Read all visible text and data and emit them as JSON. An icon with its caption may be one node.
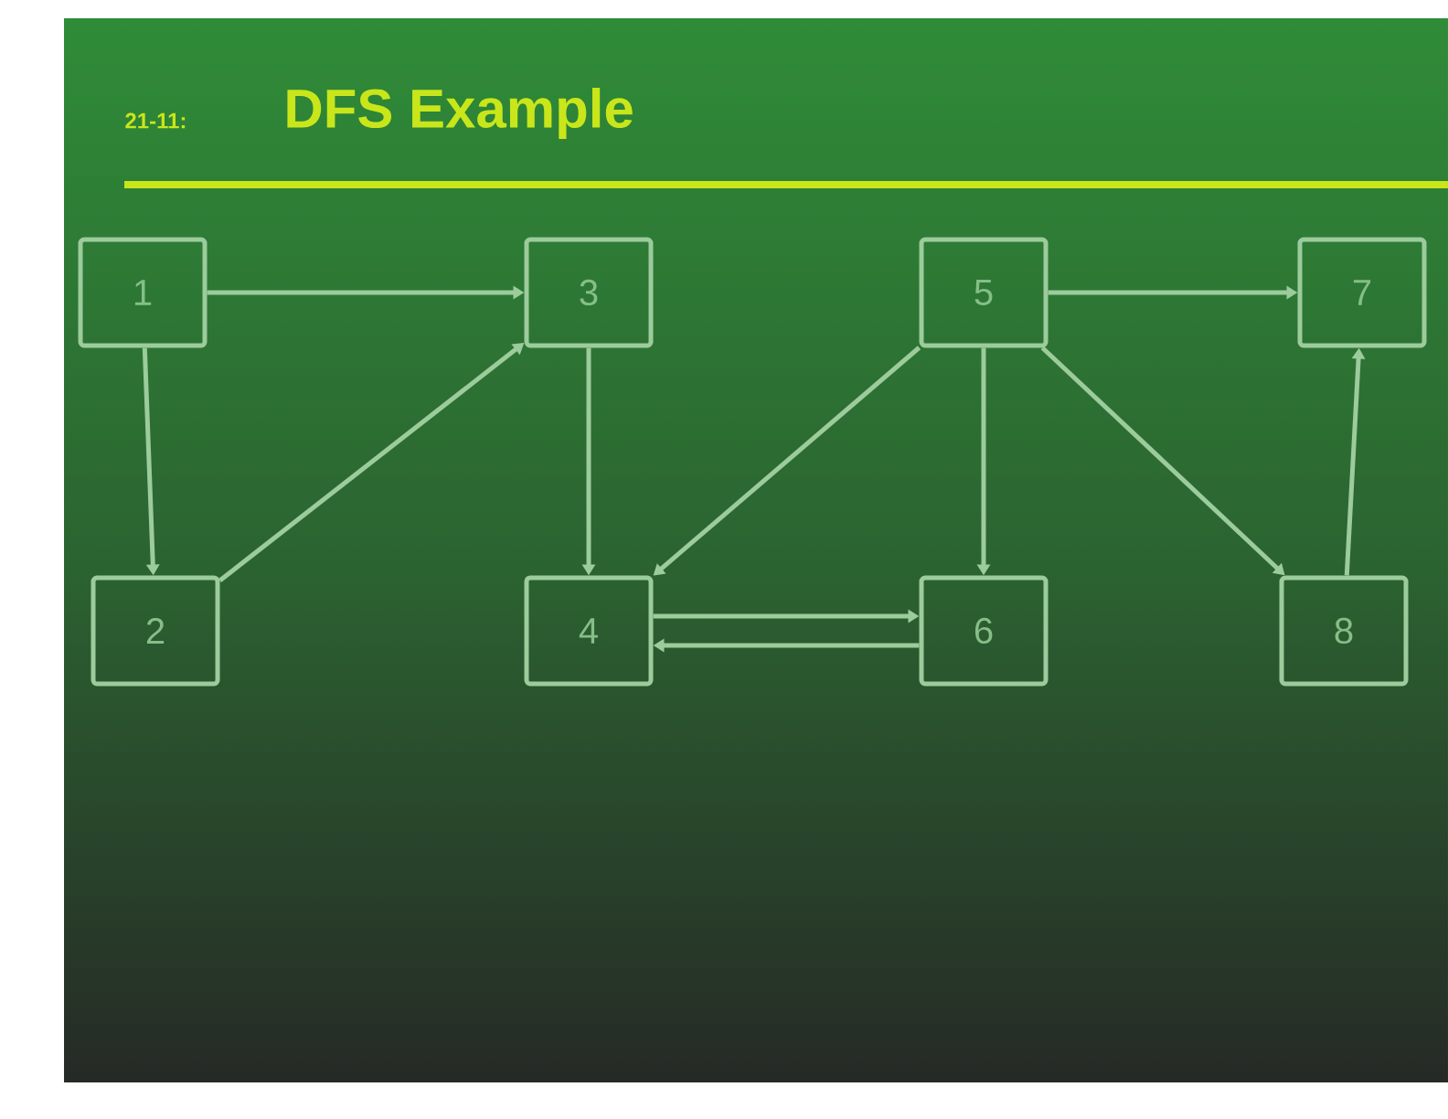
{
  "diagram": {
    "title": "DFS Example",
    "nodes": [
      {
        "text": [
          "1"
        ]
      },
      {
        "text": [
          "3"
        ]
      },
      {
        "text": [
          "5"
        ]
      },
      {
        "text": [
          "7"
        ]
      },
      {
        "text": [
          "2"
        ]
      },
      {
        "text": [
          "4"
        ]
      },
      {
        "text": [
          "6"
        ]
      },
      {
        "text": [
          "8"
        ]
      }
    ],
    "edges": [
      {
        "from": 0,
        "to": 1,
        "arrow": "to"
      },
      {
        "from": 0,
        "to": 4,
        "arrow": "to"
      },
      {
        "from": 4,
        "to": 1,
        "arrow": "to"
      },
      {
        "from": 1,
        "to": 5,
        "arrow": "to"
      },
      {
        "from": 2,
        "to": 5,
        "arrow": "to"
      },
      {
        "from": 5,
        "to": 6,
        "arrow": "to"
      },
      {
        "from": 6,
        "to": 5,
        "arrow": "to"
      },
      {
        "from": 2,
        "to": 6,
        "arrow": "to"
      },
      {
        "from": 2,
        "to": 3,
        "arrow": "to"
      },
      {
        "from": 2,
        "to": 7,
        "arrow": "to"
      },
      {
        "from": 7,
        "to": 3,
        "arrow": "to"
      }
    ],
    "labels": [
      "21-11:"
    ]
  }
}
